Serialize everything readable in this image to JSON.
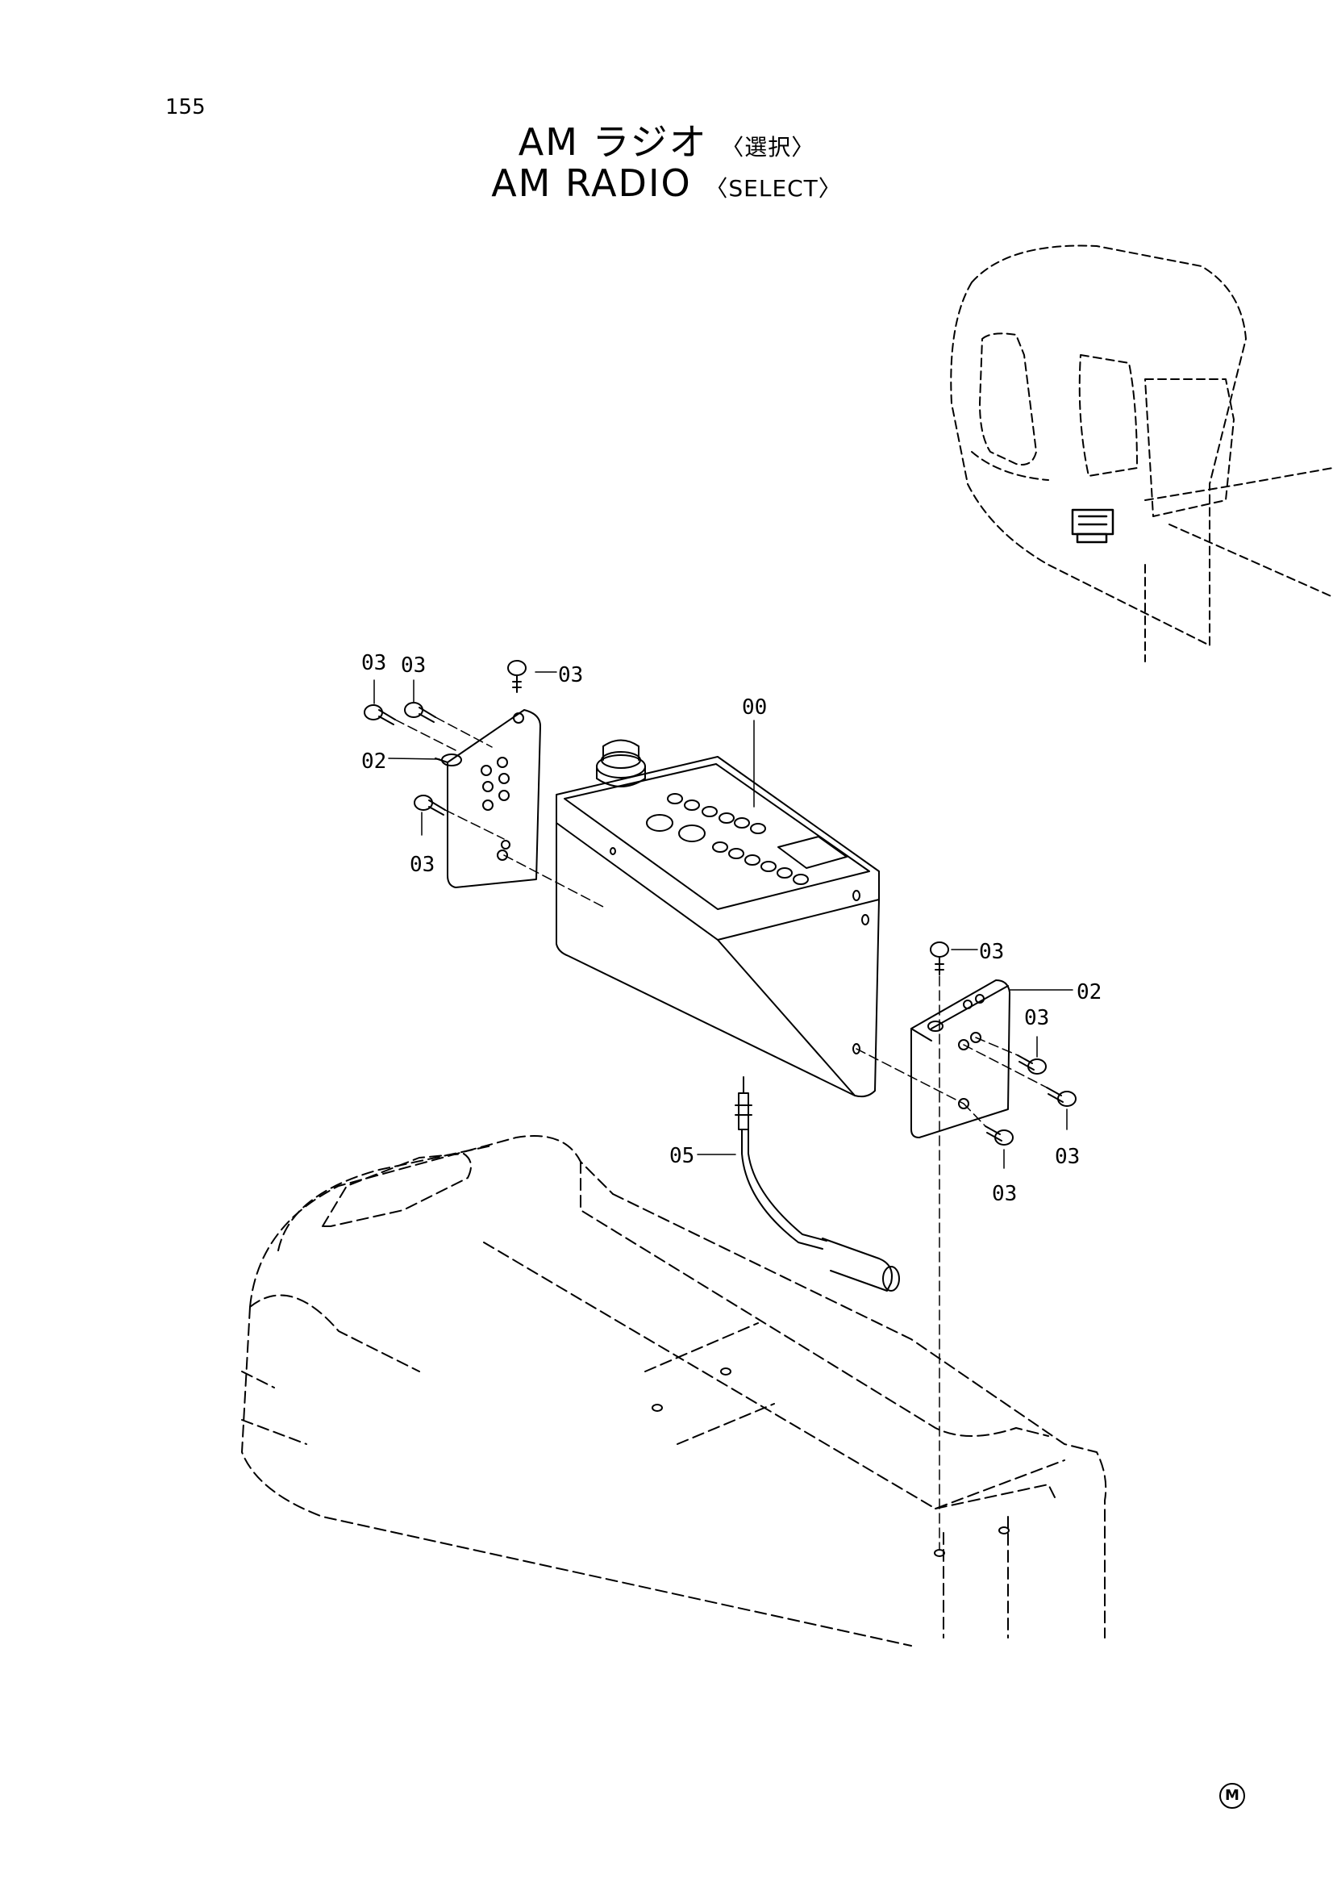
{
  "page": {
    "number": "155",
    "mark": "M"
  },
  "title": {
    "jp_main": "AM ラジオ",
    "jp_sub": "〈選択〉",
    "en_main": "AM RADIO",
    "en_sub": "〈SELECT〉"
  },
  "callouts": {
    "c00": "00",
    "c02a": "02",
    "c02b": "02",
    "c03a": "03",
    "c03b": "03",
    "c03c": "03",
    "c03d": "03",
    "c03e": "03",
    "c03f": "03",
    "c03g": "03",
    "c03h": "03",
    "c05": "05"
  }
}
